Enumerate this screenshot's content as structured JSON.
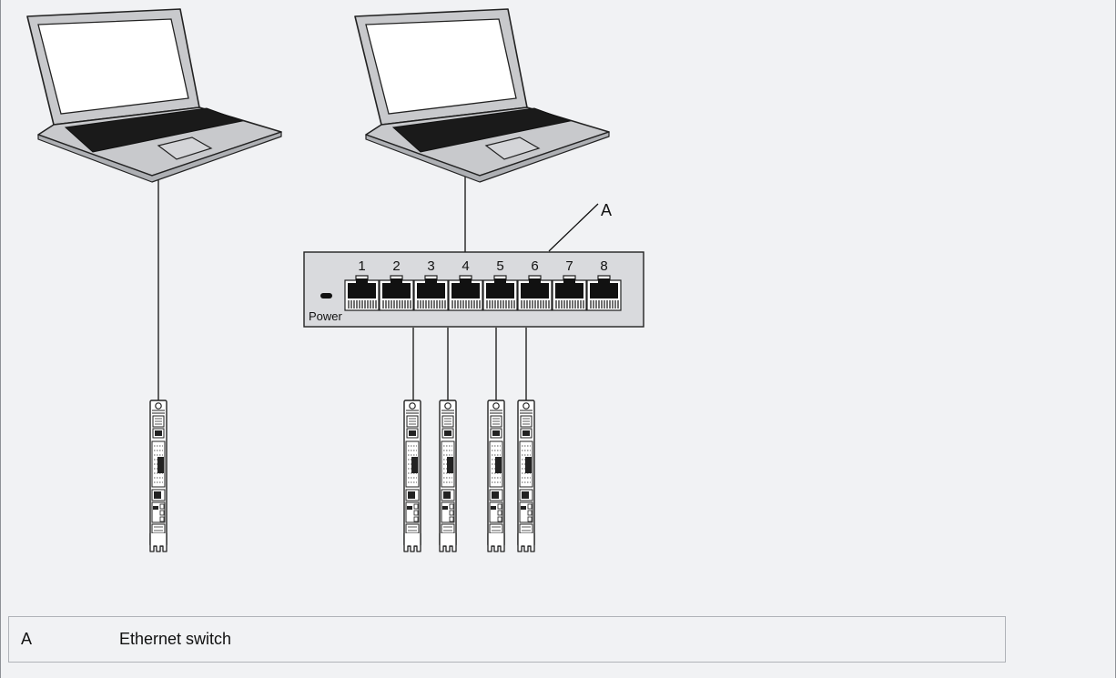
{
  "callout": {
    "letter": "A"
  },
  "switch": {
    "power_label": "Power",
    "port_numbers": [
      "1",
      "2",
      "3",
      "4",
      "5",
      "6",
      "7",
      "8"
    ]
  },
  "legend": {
    "rows": [
      {
        "key": "A",
        "description": "Ethernet switch"
      }
    ]
  },
  "devices": {
    "laptop_icon": "laptop-icon",
    "drive_icon": "drive-module-icon"
  }
}
